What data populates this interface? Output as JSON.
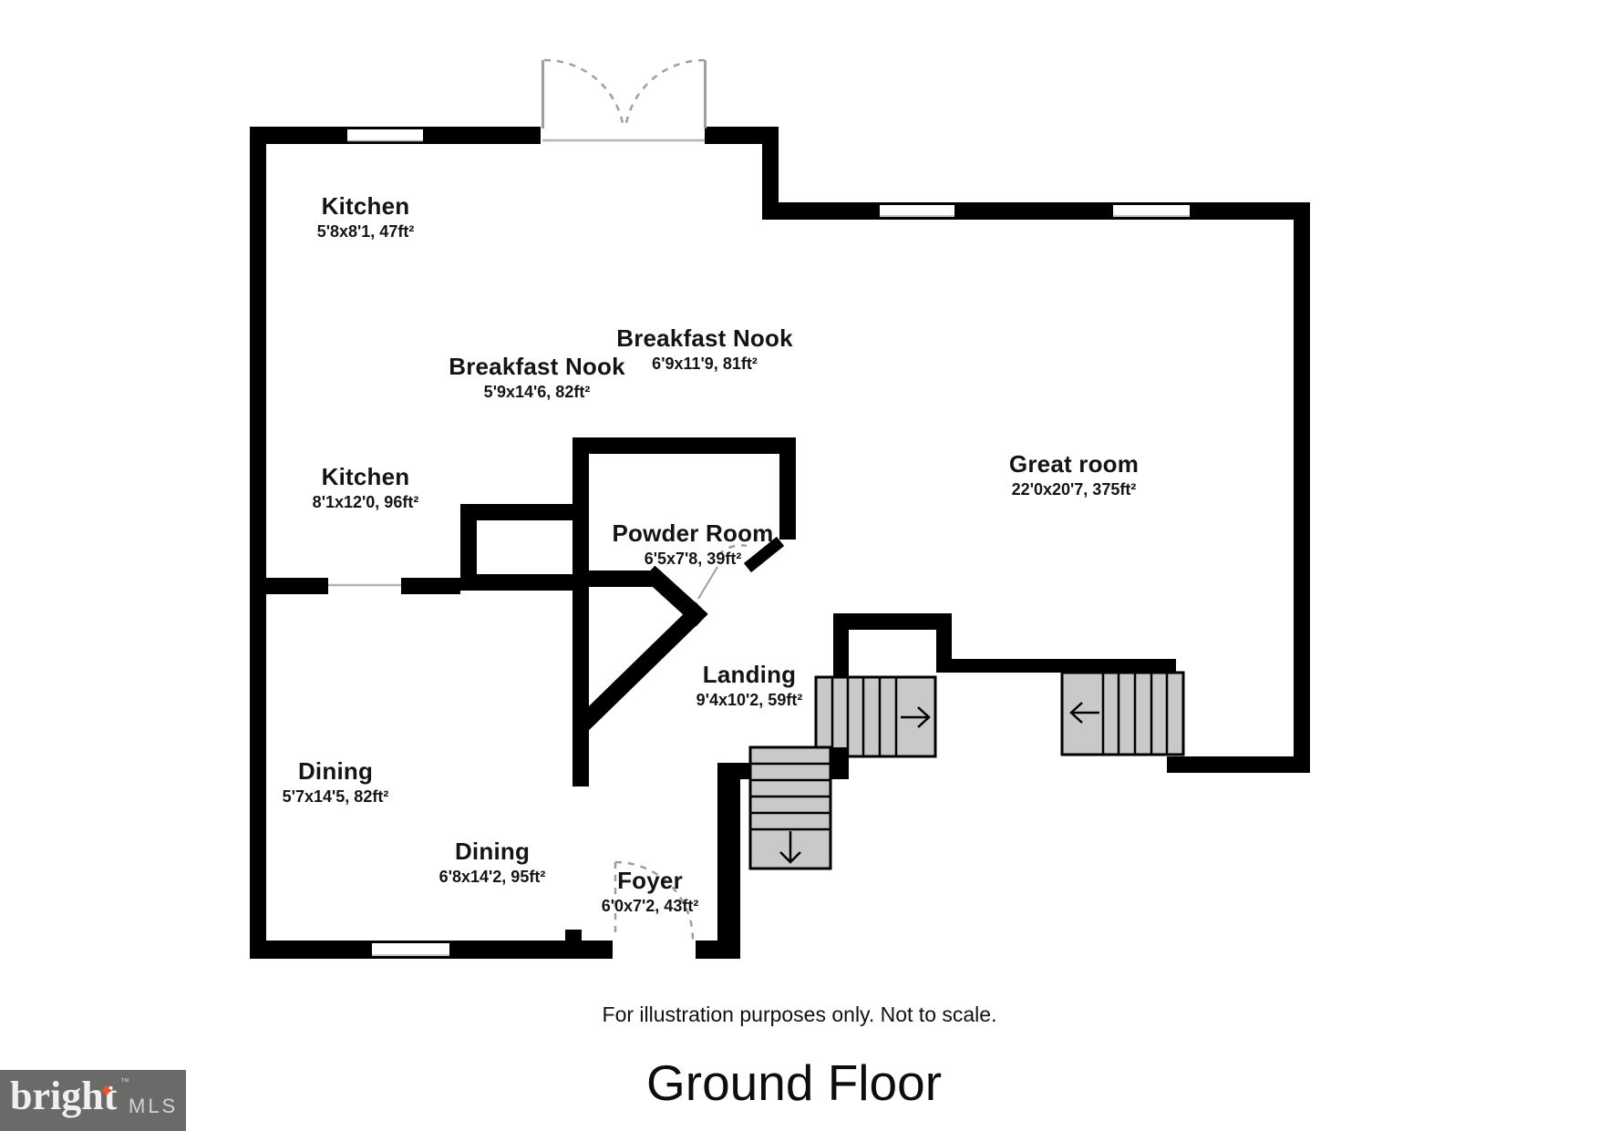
{
  "plan": {
    "rooms": [
      {
        "name": "Kitchen",
        "dims": "5'8x8'1, 47ft²"
      },
      {
        "name": "Breakfast Nook",
        "dims": "6'9x11'9, 81ft²"
      },
      {
        "name": "Breakfast Nook",
        "dims": "5'9x14'6, 82ft²"
      },
      {
        "name": "Kitchen",
        "dims": "8'1x12'0, 96ft²"
      },
      {
        "name": "Great room",
        "dims": "22'0x20'7, 375ft²"
      },
      {
        "name": "Powder Room",
        "dims": "6'5x7'8, 39ft²"
      },
      {
        "name": "Landing",
        "dims": "9'4x10'2, 59ft²"
      },
      {
        "name": "Dining",
        "dims": "5'7x14'5, 82ft²"
      },
      {
        "name": "Dining",
        "dims": "6'8x14'2, 95ft²"
      },
      {
        "name": "Foyer",
        "dims": "6'0x7'2, 43ft²"
      }
    ],
    "disclaimer": "For illustration purposes only. Not to scale.",
    "title": "Ground Floor"
  },
  "logo": {
    "brand": "bright",
    "tm": "™",
    "suffix": "MLS",
    "star": "✦"
  },
  "icons": {
    "stairs_up_arrow": "right-arrow",
    "stairs_across_arrow": "left-arrow",
    "stairs_down_arrow": "down-arrow"
  },
  "colors": {
    "wall": "#000000",
    "stair_fill": "#c9c9c9",
    "door_gray": "#9aa0a3",
    "opening_gray": "#b3b3b3",
    "logo_bg": "#6a6a68",
    "logo_text": "#f1f0ee",
    "logo_mls": "#d2d2d0",
    "logo_star": "#e8542f"
  }
}
